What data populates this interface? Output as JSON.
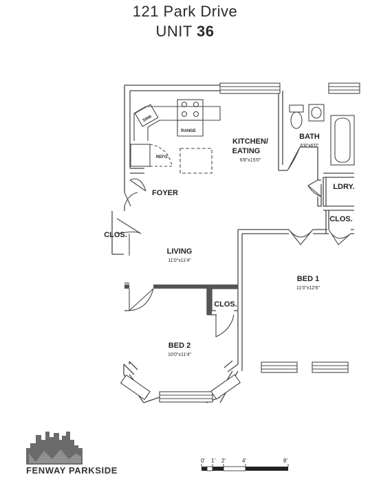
{
  "header": {
    "address": "121 Park Drive",
    "unit_prefix": "UNIT ",
    "unit_number": "36"
  },
  "rooms": {
    "kitchen": {
      "name_line1": "KITCHEN/",
      "name_line2": "EATING",
      "dims": "6'8\"x15'0\""
    },
    "bath": {
      "name": "BATH",
      "dims": "6'8\"x6'0\""
    },
    "laundry": {
      "name": "LDRY."
    },
    "closet_bed1": {
      "name": "CLOS."
    },
    "closet_living": {
      "name": "CLOS."
    },
    "closet_bed2": {
      "name": "CLOS."
    },
    "foyer": {
      "name": "FOYER"
    },
    "living": {
      "name": "LIVING",
      "dims": "11'0\"x11'4\""
    },
    "bed1": {
      "name": "BED 1",
      "dims": "11'0\"x12'6\""
    },
    "bed2": {
      "name": "BED 2",
      "dims": "10'0\"x11'4\""
    }
  },
  "fixtures": {
    "sink": "SINK",
    "range": "RANGE",
    "refrigerator": "REFG."
  },
  "scale": {
    "labels": [
      "0'",
      "1'",
      "2'",
      "4'",
      "8'"
    ]
  },
  "brand": {
    "name": "FENWAY PARKSIDE"
  },
  "colors": {
    "wall": "#555555",
    "line": "#333333",
    "logo": "#6b6b6b"
  }
}
